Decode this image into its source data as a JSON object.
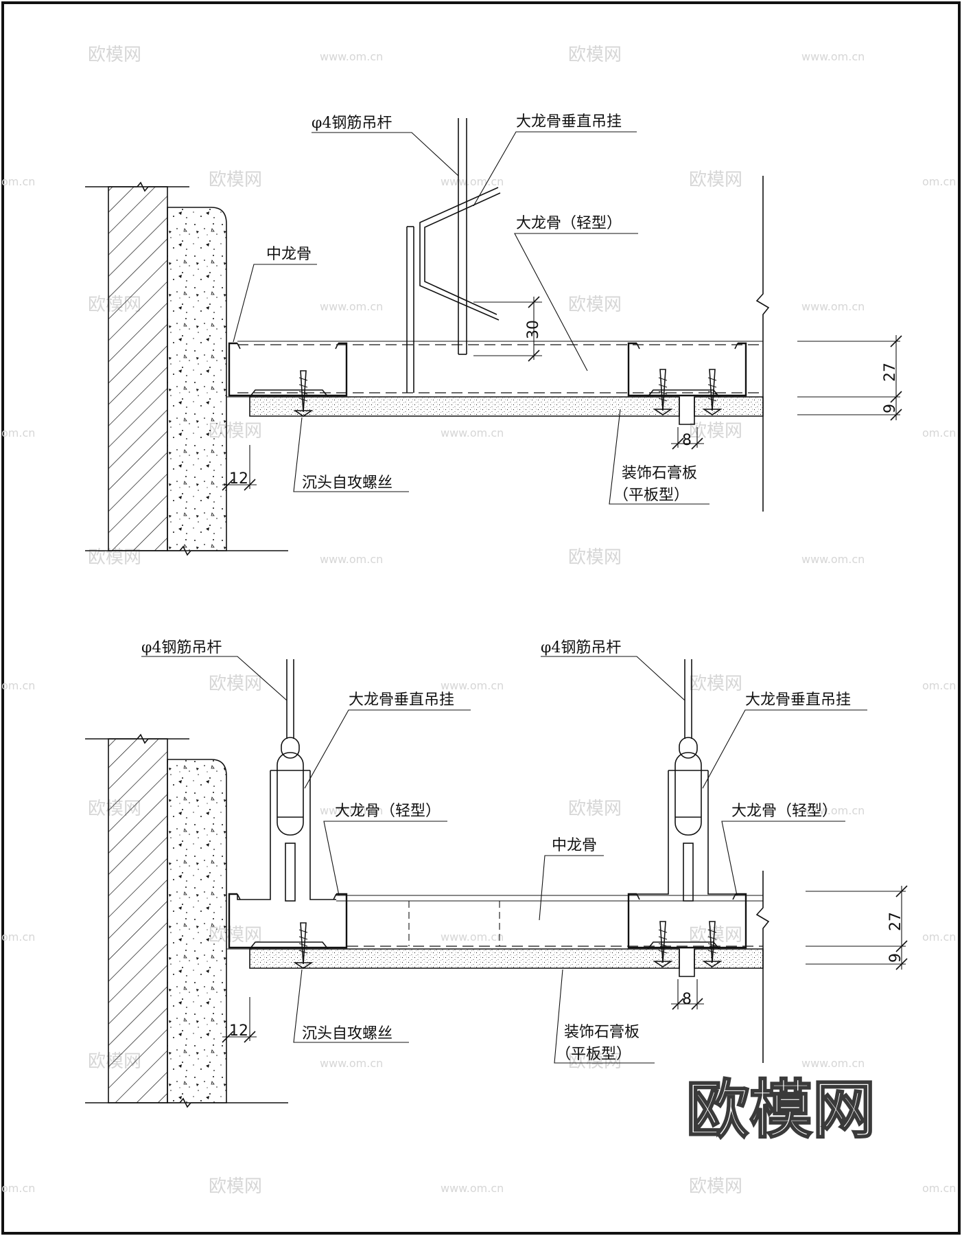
{
  "labels": {
    "rod": "φ4钢筋吊杆",
    "hanger": "大龙骨垂直吊挂",
    "main_keel": "大龙骨（轻型）",
    "mid_keel": "中龙骨",
    "screw": "沉头自攻螺丝",
    "board_line1": "装饰石膏板",
    "board_line2": "（平板型）"
  },
  "dimensions": {
    "d30": "30",
    "d27": "27",
    "d9": "9",
    "d8": "8",
    "d12": "12"
  },
  "watermark": {
    "logo": "欧模网",
    "url": "www.om.cn",
    "short": "om.cn",
    "big": "欧模网"
  },
  "colors": {
    "line": "#111111",
    "watermark": "#d6d6d6"
  }
}
